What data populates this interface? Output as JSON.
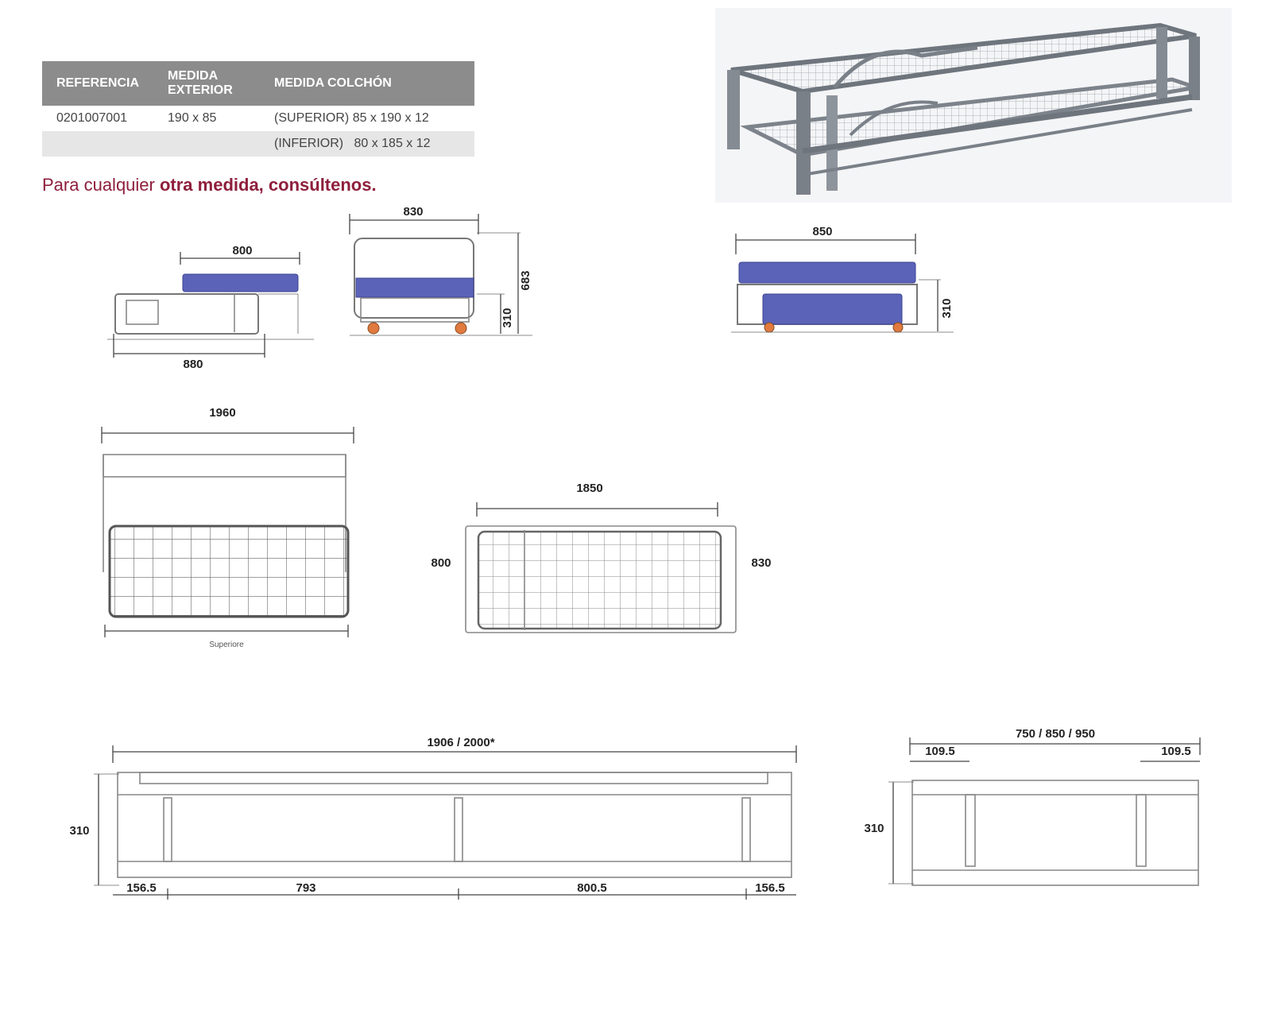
{
  "table": {
    "headers": [
      "REFERENCIA",
      "MEDIDA EXTERIOR",
      "MEDIDA COLCHÓN"
    ],
    "rows": [
      [
        "0201007001",
        "190 x 85",
        "(SUPERIOR) 85 x 190 x 12"
      ],
      [
        "",
        "",
        "(INFERIOR)   80 x 185 x 12"
      ]
    ]
  },
  "cta": {
    "prefix": "Para cualquier ",
    "bold": "otra medida, consúltenos."
  },
  "dimensions": {
    "side_view": {
      "top_width": "800",
      "base_width": "880"
    },
    "end_view": {
      "width": "830",
      "height_low": "310",
      "height_total": "683"
    },
    "front_view": {
      "width": "850",
      "height": "310"
    },
    "top_upper": {
      "length": "1960",
      "label": "Superiore"
    },
    "top_lower": {
      "length": "1850",
      "width_left": "800",
      "width_right": "830"
    },
    "long_elevation": {
      "length": "1906 / 2000*",
      "height": "310",
      "seg1": "156.5",
      "seg2": "793",
      "seg3": "800.5",
      "seg4": "156.5"
    },
    "short_elevation": {
      "width": "750 / 850 / 950",
      "inset_left": "109.5",
      "inset_right": "109.5",
      "height": "310"
    }
  },
  "colors": {
    "accent": "#8e1f3c",
    "mattress": "#5b63b8",
    "wheel": "#e07a3e",
    "table_header": "#8c8c8c"
  },
  "images": {
    "product_photo": "steel bed frame with trundle"
  }
}
